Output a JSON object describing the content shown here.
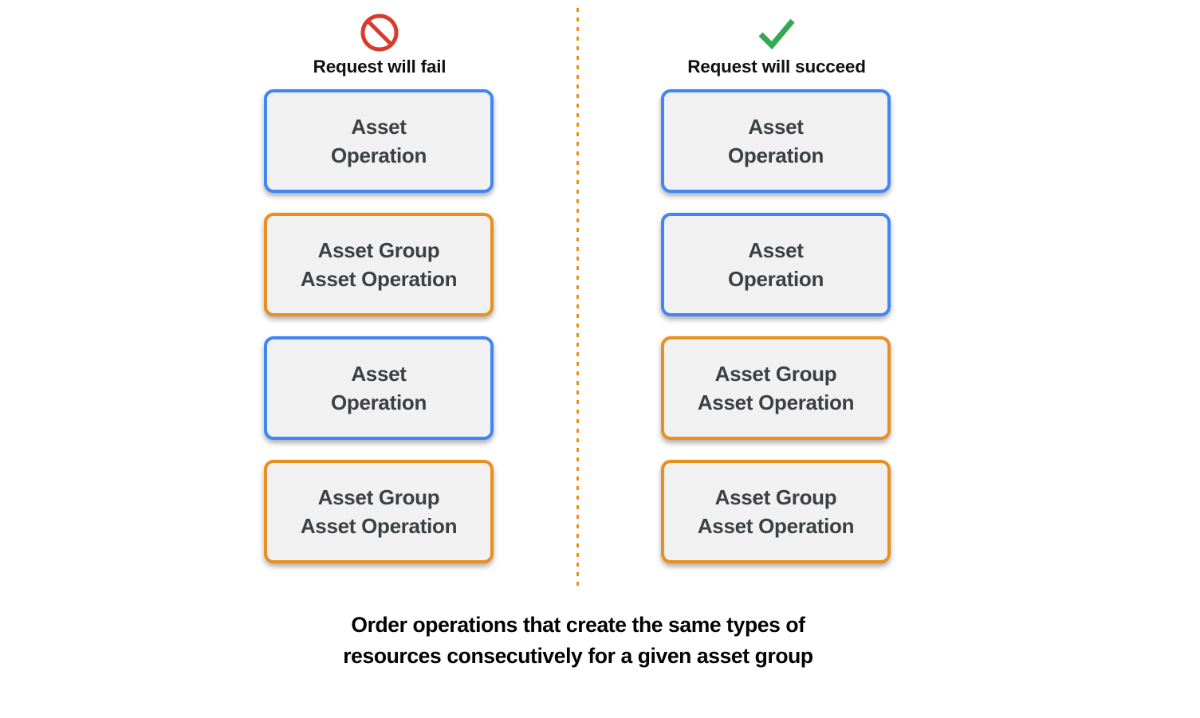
{
  "diagram": {
    "caption": "Order operations that create the same types of\nresources consecutively for a given asset group",
    "divider": {
      "style": "dotted-vertical",
      "color": "#E8901F"
    },
    "colors": {
      "blue_border": "#4285F4",
      "orange_border": "#E8901F",
      "box_fill": "#F1F1F1",
      "box_text": "#3C4043",
      "fail_icon": "#D93B2B",
      "success_icon": "#34A853",
      "background": "#FFFFFF"
    },
    "columns": [
      {
        "id": "fail",
        "icon": "prohibition-icon",
        "title": "Request will fail",
        "boxes": [
          {
            "label": "Asset\nOperation",
            "accent": "blue"
          },
          {
            "label": "Asset Group\nAsset Operation",
            "accent": "orange"
          },
          {
            "label": "Asset\nOperation",
            "accent": "blue"
          },
          {
            "label": "Asset Group\nAsset Operation",
            "accent": "orange"
          }
        ]
      },
      {
        "id": "succeed",
        "icon": "checkmark-icon",
        "title": "Request will succeed",
        "boxes": [
          {
            "label": "Asset\nOperation",
            "accent": "blue"
          },
          {
            "label": "Asset\nOperation",
            "accent": "blue"
          },
          {
            "label": "Asset Group\nAsset Operation",
            "accent": "orange"
          },
          {
            "label": "Asset Group\nAsset Operation",
            "accent": "orange"
          }
        ]
      }
    ]
  }
}
